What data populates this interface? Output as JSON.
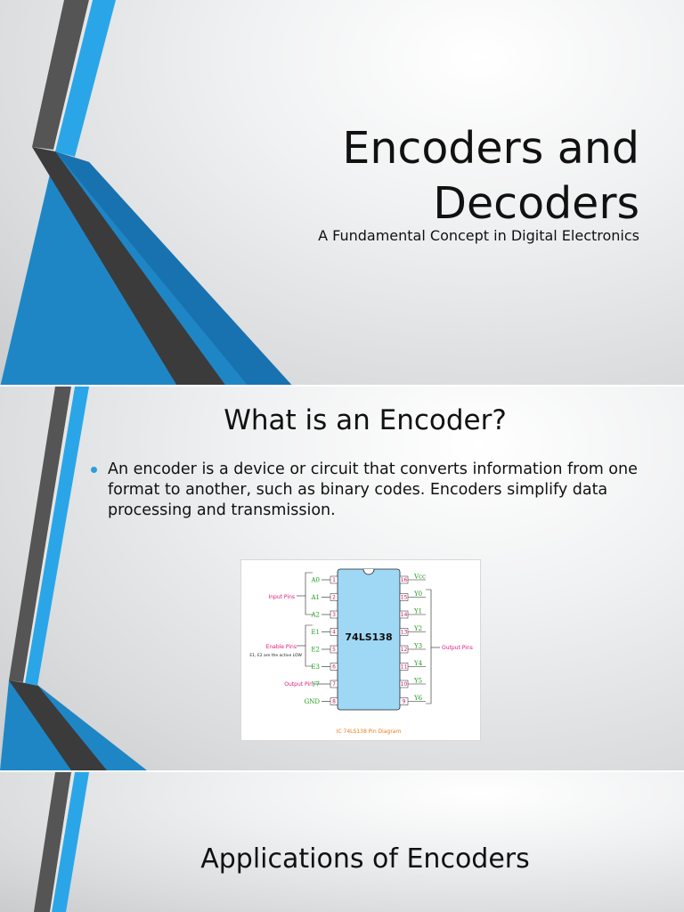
{
  "slide1": {
    "title_line1": "Encoders and",
    "title_line2": "Decoders",
    "subtitle": "A Fundamental Concept in Digital Electronics"
  },
  "slide2": {
    "title": "What is an Encoder?",
    "bullet": "An encoder is a device or circuit that converts information from one format to another, such as binary codes. Encoders simplify data processing and transmission.",
    "figure": {
      "chip_label": "74LS138",
      "caption": "IC 74LS138 Pin Diagram",
      "input_label": "Input Pins",
      "enable_label": "Enable Pins",
      "enable_note": "E1, E2 are the active LOW",
      "output_pin_label": "Output Pin",
      "output_pins_label": "Output Pins",
      "left_pins": [
        {
          "num": "1",
          "name": "A0"
        },
        {
          "num": "2",
          "name": "A1"
        },
        {
          "num": "3",
          "name": "A2"
        },
        {
          "num": "4",
          "name": "E1"
        },
        {
          "num": "5",
          "name": "E2"
        },
        {
          "num": "6",
          "name": "E3"
        },
        {
          "num": "7",
          "name": "Y7"
        },
        {
          "num": "8",
          "name": "GND"
        }
      ],
      "right_pins": [
        {
          "num": "16",
          "name": "Vcc"
        },
        {
          "num": "15",
          "name": "Y0"
        },
        {
          "num": "14",
          "name": "Y1"
        },
        {
          "num": "13",
          "name": "Y2"
        },
        {
          "num": "12",
          "name": "Y3"
        },
        {
          "num": "11",
          "name": "Y4"
        },
        {
          "num": "10",
          "name": "Y5"
        },
        {
          "num": "9",
          "name": "Y6"
        }
      ]
    }
  },
  "slide3": {
    "title": "Applications of Encoders"
  },
  "colors": {
    "accent_blue": "#2aa6e8",
    "dark_blue": "#1a7fc0",
    "dark_gray": "#3d3d3d",
    "chip_fill": "#9fd8f5"
  }
}
